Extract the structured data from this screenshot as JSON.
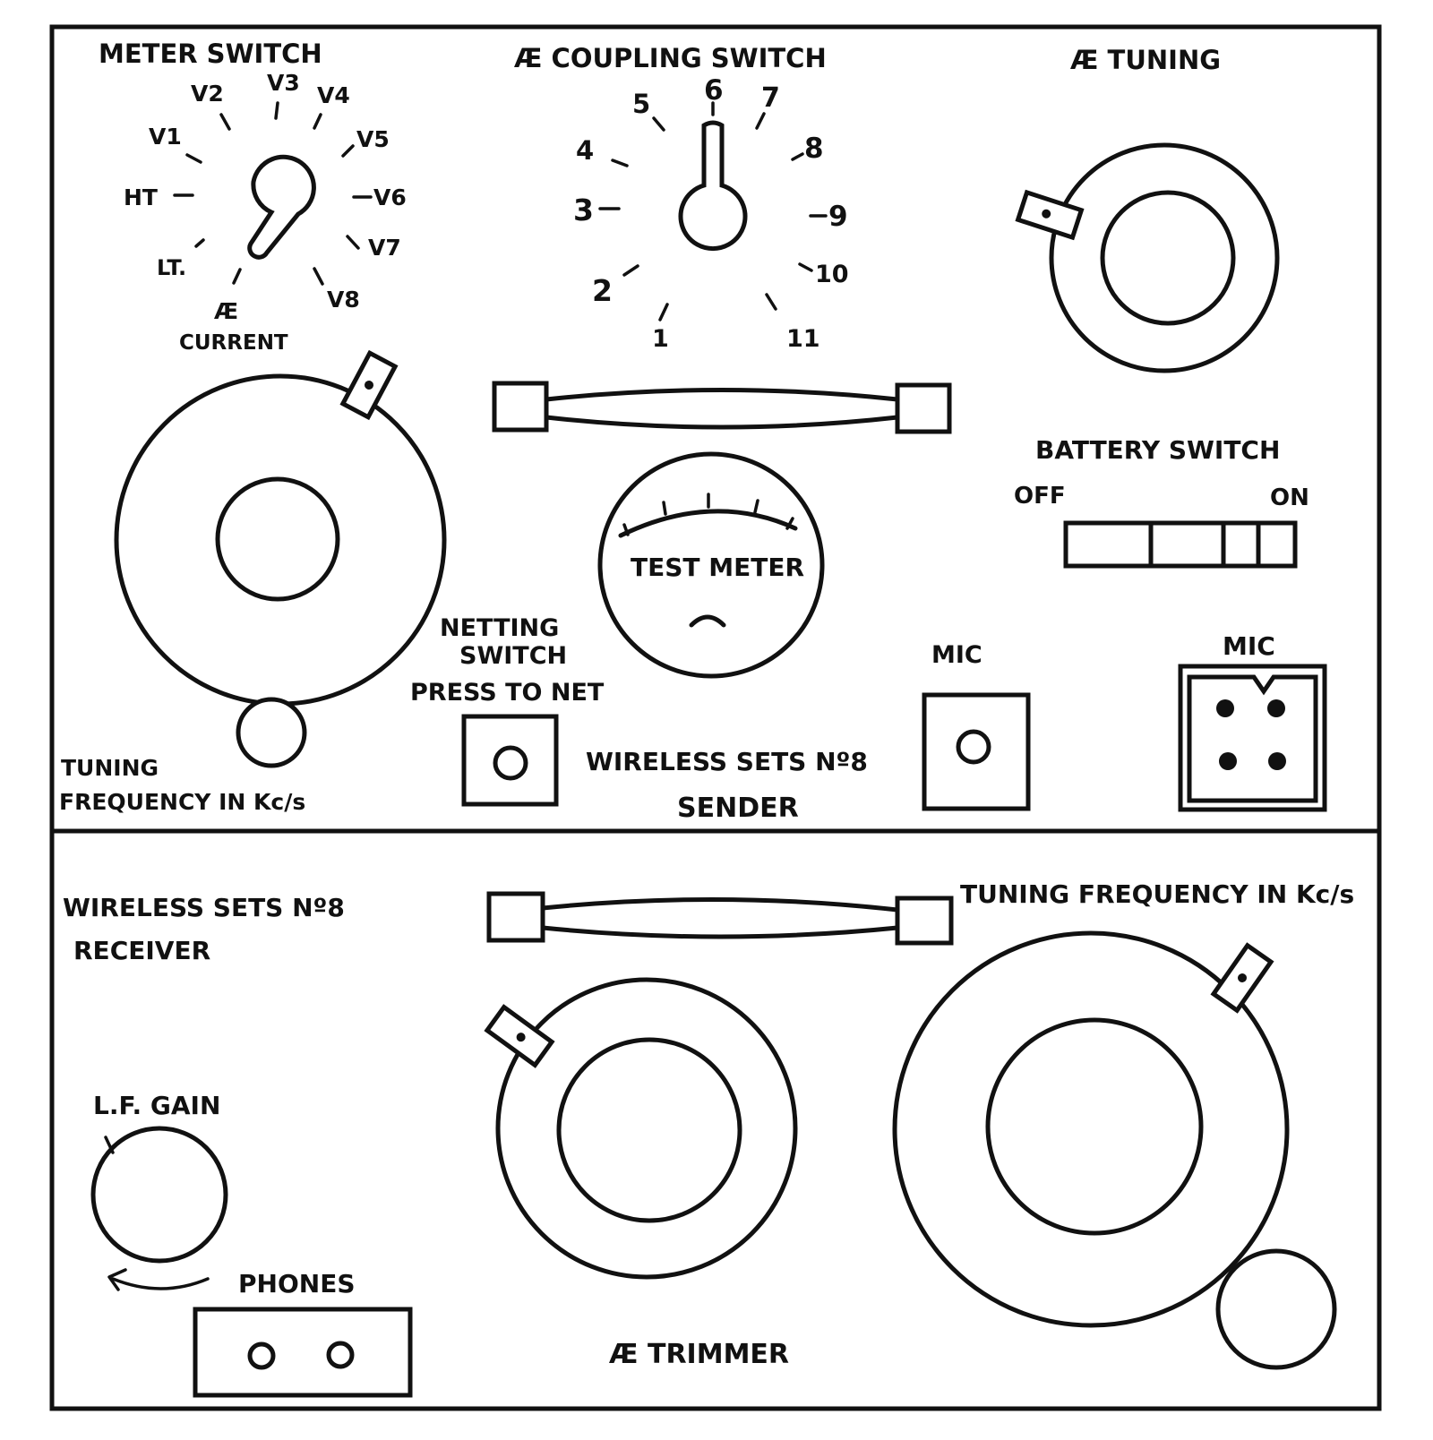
{
  "sender": {
    "meter_switch": {
      "title": "METER SWITCH",
      "positions": [
        "HT",
        "V1",
        "V2",
        "V3",
        "V4",
        "V5",
        "V6",
        "V7",
        "V8",
        "LT."
      ],
      "ae_current_ae": "Æ",
      "ae_current_label": "CURRENT"
    },
    "coupling_switch": {
      "title": "Æ COUPLING SWITCH",
      "positions": [
        "1",
        "2",
        "3",
        "4",
        "5",
        "6",
        "7",
        "8",
        "9",
        "10",
        "11"
      ]
    },
    "ae_tuning": {
      "title": "Æ TUNING"
    },
    "battery_switch": {
      "title": "BATTERY SWITCH",
      "off": "OFF",
      "on": "ON"
    },
    "test_meter": {
      "label": "TEST METER"
    },
    "netting_switch": {
      "line1": "NETTING",
      "line2": "SWITCH",
      "line3": "PRESS TO NET"
    },
    "mic_socket_label": "MIC",
    "mic_plug_label": "MIC",
    "tuning_label_line1": "TUNING",
    "tuning_label_line2": "FREQUENCY IN Kc/s",
    "set_name_line1": "WIRELESS SETS Nº8",
    "set_name_line2": "SENDER"
  },
  "receiver": {
    "set_name_line1": "WIRELESS SETS Nº8",
    "set_name_line2": "RECEIVER",
    "tuning_label": "TUNING FREQUENCY IN Kc/s",
    "lf_gain": "L.F. GAIN",
    "phones": "PHONES",
    "ae_trimmer": "Æ TRIMMER"
  },
  "colors": {
    "ink": "#111111",
    "paper": "#ffffff"
  }
}
